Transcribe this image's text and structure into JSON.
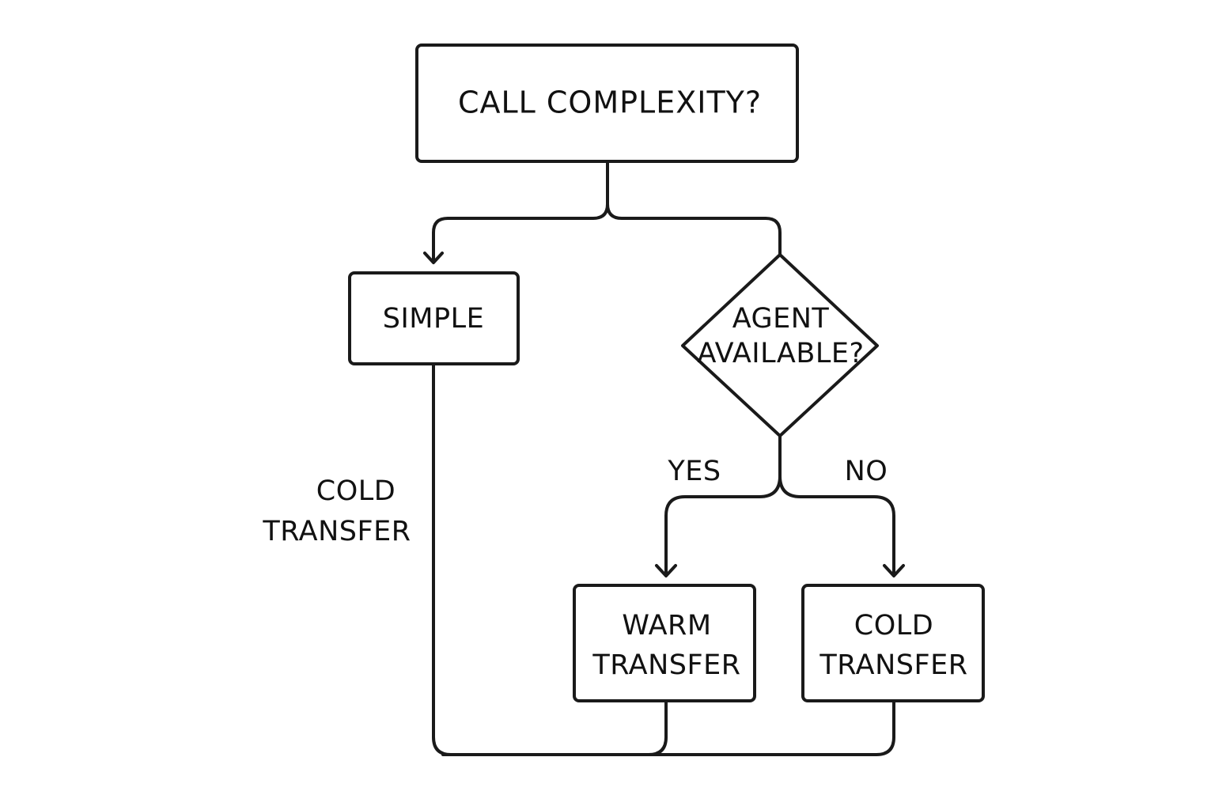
{
  "diagram": {
    "type": "flowchart",
    "nodes": {
      "call_complexity": {
        "lines": [
          "CALL COMPLEXITY?"
        ],
        "shape": "rectangle"
      },
      "simple": {
        "lines": [
          "SIMPLE"
        ],
        "shape": "rectangle"
      },
      "agent_available": {
        "lines": [
          "AGENT",
          "AVAILABLE?"
        ],
        "shape": "diamond"
      },
      "warm_transfer": {
        "lines": [
          "WARM",
          "TRANSFER"
        ],
        "shape": "rectangle"
      },
      "cold_transfer_box": {
        "lines": [
          "COLD",
          "TRANSFER"
        ],
        "shape": "rectangle"
      }
    },
    "edge_labels": {
      "yes": "YES",
      "no": "NO",
      "simple_path": [
        "COLD",
        "TRANSFER"
      ]
    },
    "edges": [
      {
        "from": "call_complexity",
        "to": "simple",
        "arrow": true
      },
      {
        "from": "call_complexity",
        "to": "agent_available",
        "arrow": false
      },
      {
        "from": "agent_available",
        "to": "warm_transfer",
        "label": "YES",
        "arrow": true
      },
      {
        "from": "agent_available",
        "to": "cold_transfer_box",
        "label": "NO",
        "arrow": true
      },
      {
        "from": "simple",
        "to": "bottom_merge",
        "label": "COLD TRANSFER",
        "arrow": false
      },
      {
        "from": "warm_transfer",
        "to": "bottom_merge",
        "arrow": false
      },
      {
        "from": "cold_transfer_box",
        "to": "bottom_merge",
        "arrow": false
      }
    ]
  },
  "colors": {
    "stroke": "#1a1a1a",
    "text": "#111111",
    "background": "#ffffff"
  }
}
